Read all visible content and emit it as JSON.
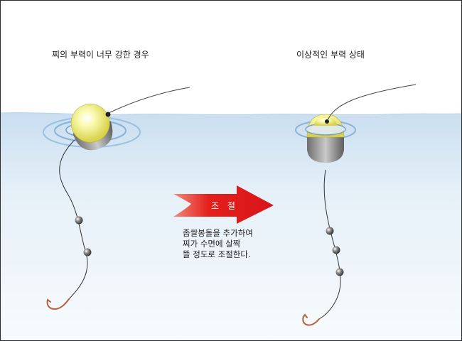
{
  "titles": {
    "left": "찌의 부력이 너무 강한 경우",
    "right": "이상적인 부력 상태"
  },
  "arrow": {
    "label": "조 절",
    "color": "#e3201b"
  },
  "note_lines": [
    "좁쌀봉돌을 추가하여",
    "찌가 수면에 살짝",
    "뜰 정도로 조절한다."
  ],
  "colors": {
    "water_top": "#cfe3f1",
    "water_bottom": "#f4f9fc",
    "float_yellow": "#f4f07a",
    "float_gray": "#8a8a8a",
    "hook": "#b5603a"
  }
}
